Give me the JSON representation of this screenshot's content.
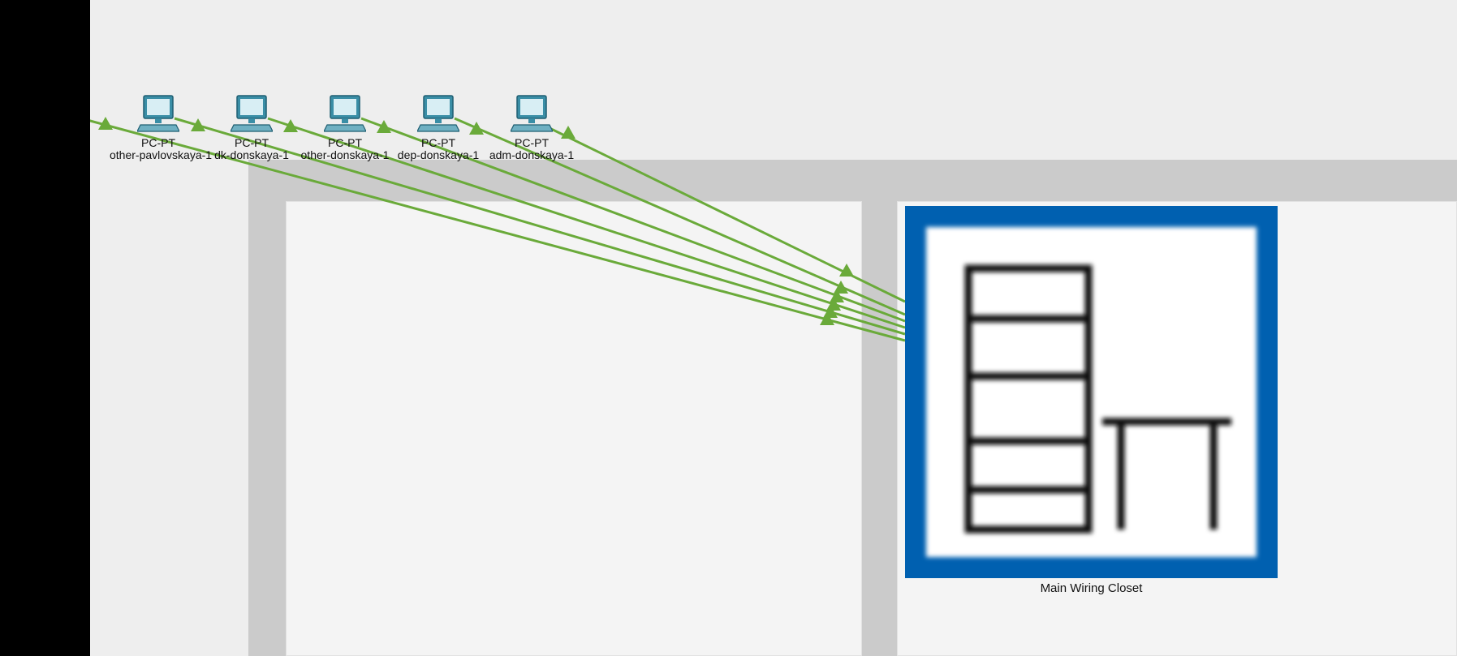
{
  "devices": [
    {
      "type": "",
      "name": "ya-1"
    },
    {
      "type": "PC-PT",
      "name": "other-pavlovskaya-1"
    },
    {
      "type": "PC-PT",
      "name": "dk-donskaya-1"
    },
    {
      "type": "PC-PT",
      "name": "other-donskaya-1"
    },
    {
      "type": "PC-PT",
      "name": "dep-donskaya-1"
    },
    {
      "type": "PC-PT",
      "name": "adm-donskaya-1"
    }
  ],
  "closet": {
    "label": "Main Wiring Closet",
    "icon": "wiring-closet-icon",
    "border_color": "#0060b0"
  },
  "cable_color": "#6aaa3a",
  "link_status": "up"
}
